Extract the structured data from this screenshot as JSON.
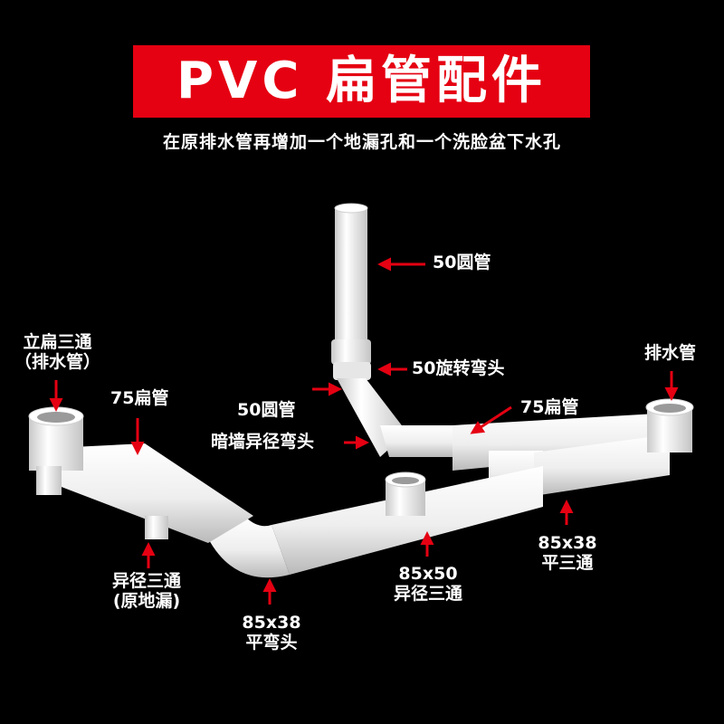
{
  "title": "PVC 扁管配件",
  "subtitle": "在原排水管再增加一个地漏孔和一个洗脸盆下水孔",
  "colors": {
    "banner": "#e50012",
    "arrow": "#e50012",
    "pipe": "#f2f2f2",
    "background": "#000000"
  },
  "labels": {
    "round_pipe_50_top": "50圆管",
    "swivel_elbow_50": "50旋转弯头",
    "vertical_flat_tee_1": "立扁三通",
    "vertical_flat_tee_2": "（排水管）",
    "flat_pipe_75_left": "75扁管",
    "round_pipe_50_mid": "50圆管",
    "concealed_reducer_elbow": "暗墙异径弯头",
    "flat_pipe_75_right": "75扁管",
    "drain_pipe": "排水管",
    "reducer_tee_1": "异径三通",
    "reducer_tee_2": "(原地漏)",
    "flat_elbow_size": "85x38",
    "flat_elbow_name": "平弯头",
    "reducer_tee_mid_size": "85x50",
    "reducer_tee_mid_name": "异径三通",
    "flat_tee_size": "85x38",
    "flat_tee_name": "平三通"
  }
}
